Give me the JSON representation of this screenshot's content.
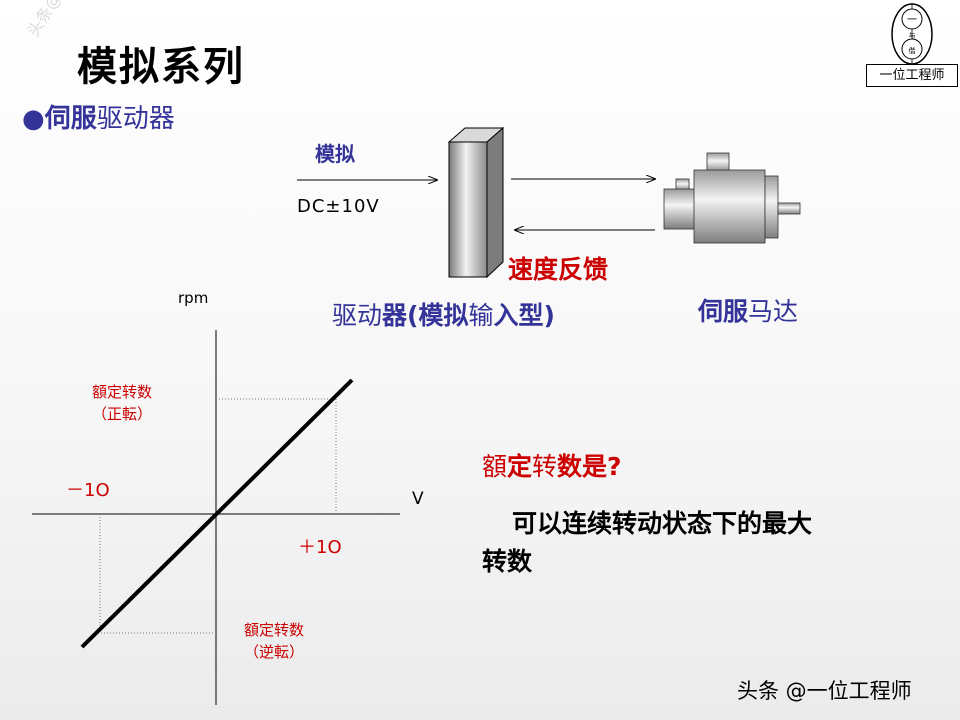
{
  "slide": {
    "title": "模拟系列",
    "bullet": "●",
    "subtitle_bold": "伺服",
    "subtitle_rest": "驱动器"
  },
  "diagram": {
    "signal_label": "模拟",
    "signal_voltage": "DC±10V",
    "feedback_label": "速度反馈",
    "driver_label_a": "驱动",
    "driver_label_b": "器(",
    "driver_label_c": "模拟",
    "driver_label_d": "输",
    "driver_label_e": "入型)",
    "motor_label_bold": "伺服",
    "motor_label_rest": "马达"
  },
  "graph": {
    "y_axis_label": "rpm",
    "x_axis_label": "V",
    "neg_voltage": "－1O",
    "pos_voltage": "＋1O",
    "rated_fwd_line1": "額定转数",
    "rated_fwd_line2": "（正転）",
    "rated_rev_line1": "額定转数",
    "rated_rev_line2": "（逆転）"
  },
  "question": {
    "q_part1": "額",
    "q_part2": "定",
    "q_part3": "转",
    "q_part4": "数是?",
    "answer_line1": "可以连续转动状态下的最大",
    "answer_line2": "转数"
  },
  "logo": {
    "mark_top": "一",
    "mark_mid": "与",
    "mark_bottom": "偕",
    "caption": "一位工程师"
  },
  "watermark": "头条@一位工程师",
  "footer": "头条 @一位工程师",
  "colors": {
    "navy": "#333399",
    "red": "#cc0000"
  }
}
